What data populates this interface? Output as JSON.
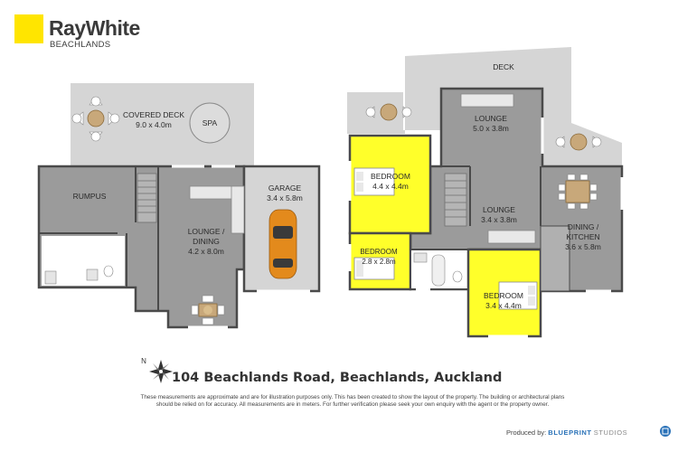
{
  "brand": {
    "name_ray": "Ray",
    "name_white": "White",
    "office": "BEACHLANDS",
    "yellow": "#ffe500"
  },
  "floorplan": {
    "address": "104 Beachlands Road, Beachlands, Auckland",
    "colors": {
      "interior": "#9b9b9b",
      "exterior_deck": "#d5d5d5",
      "bedroom": "#ffff2a",
      "wall": "#4a4a4a",
      "tile_floor": "#ffffff"
    },
    "ground_floor": {
      "covered_deck": {
        "name": "COVERED DECK",
        "size": "9.0 x 4.0m"
      },
      "spa": "SPA",
      "rumpus": "RUMPUS",
      "lounge_dining": {
        "name_line1": "LOUNGE /",
        "name_line2": "DINING",
        "size": "4.2 x 8.0m"
      },
      "garage": {
        "name": "GARAGE",
        "size": "3.4 x 5.8m"
      }
    },
    "upper_floor": {
      "deck": "DECK",
      "lounge_top": {
        "name": "LOUNGE",
        "size": "5.0 x 3.8m"
      },
      "bedroom_1": {
        "name": "BEDROOM",
        "size": "4.4 x 4.4m"
      },
      "lounge_mid": {
        "name": "LOUNGE",
        "size": "3.4 x 3.8m"
      },
      "dining_kitchen": {
        "name_line1": "DINING /",
        "name_line2": "KITCHEN",
        "size": "3.6 x 5.8m"
      },
      "bedroom_2": {
        "name": "BEDROOM",
        "size": "2.8 x 2.8m"
      },
      "bedroom_3": {
        "name": "BEDROOM",
        "size": "3.4 x 4.4m"
      }
    },
    "compass": "N"
  },
  "footer": {
    "disclaimer": "These measurements are approximate and are for illustration purposes only. This has been created to show the layout of the property. The building or architectural plans should be relied on for accuracy. All measurements are in meters. For further verification please seek your own enquiry with the agent or the property owner.",
    "produced_by": "Produced by:",
    "producer_bold": "BLUEPRINT",
    "producer_light": "STUDIOS"
  }
}
